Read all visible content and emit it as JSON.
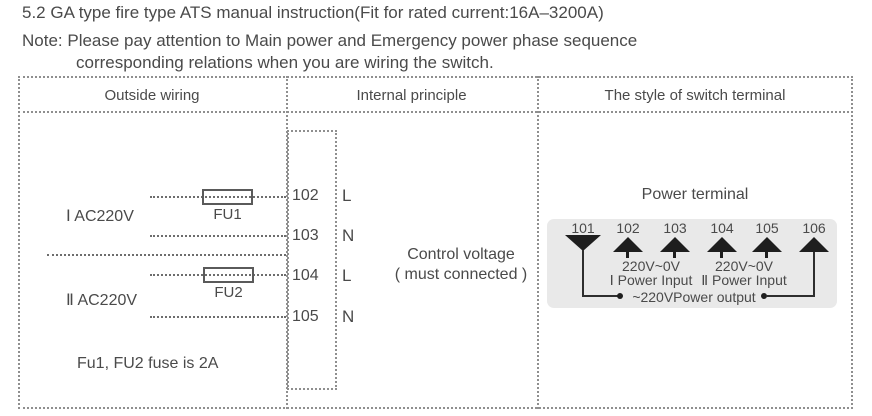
{
  "title": "5.2 GA type fire type ATS manual instruction(Fit for rated current:16A–3200A)",
  "note": {
    "line1": "Note: Please pay attention to Main power and Emergency power phase sequence",
    "line2": "corresponding relations when you are wiring the switch."
  },
  "table": {
    "headers": {
      "col1": "Outside wiring",
      "col2": "Internal principle",
      "col3": "The style of switch terminal"
    }
  },
  "outside_wiring": {
    "circuit1_label": "Ⅰ AC220V",
    "fuse1_label": "FU1",
    "circuit2_label": "Ⅱ AC220V",
    "fuse2_label": "FU2",
    "fuse_note": "Fu1, FU2 fuse is 2A"
  },
  "internal_principle": {
    "terminals": [
      {
        "number": "102",
        "wire": "L"
      },
      {
        "number": "103",
        "wire": "N"
      },
      {
        "number": "104",
        "wire": "L"
      },
      {
        "number": "105",
        "wire": "N"
      }
    ],
    "control_line1": "Control voltage",
    "control_line2": "( must connected )"
  },
  "switch_terminal": {
    "title": "Power terminal",
    "terminal_numbers": [
      "101",
      "102",
      "103",
      "104",
      "105",
      "106"
    ],
    "voltage_label_1": "220V~0V",
    "voltage_label_2": "220V~0V",
    "input_label_1": "Ⅰ Power Input",
    "input_label_2": "Ⅱ Power Input",
    "output_label": "~220VPower output"
  },
  "colors": {
    "text": "#4a4a4a",
    "dotted_line": "#8f8f8f",
    "wire_line": "#6d6d6d",
    "arrow": "#1e1e1e",
    "terminal_strip_bg": "#e9e9e9"
  }
}
